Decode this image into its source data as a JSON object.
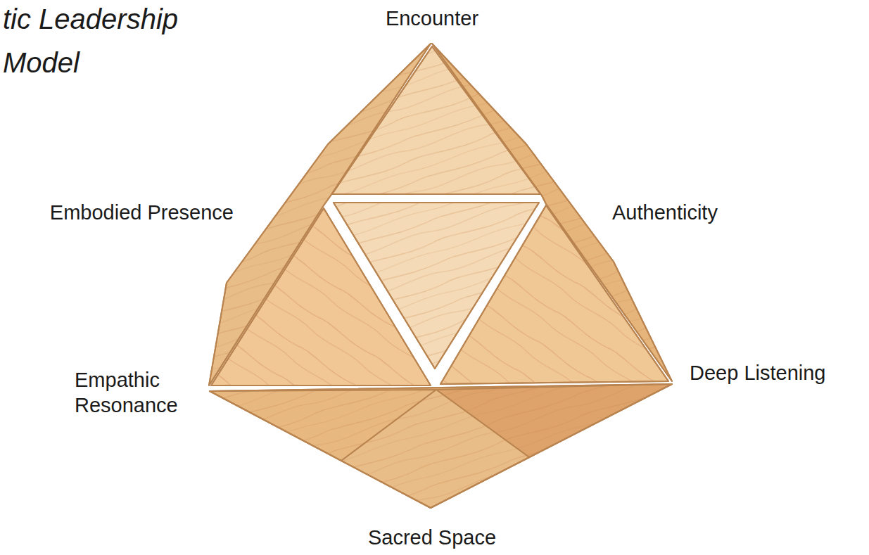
{
  "diagram": {
    "title": "tic Leadership Model",
    "labels": [
      "Encounter",
      "Embodied Presence",
      "Authenticity",
      "Empathic Resonance",
      "Deep Listening",
      "Sacred Space"
    ]
  }
}
